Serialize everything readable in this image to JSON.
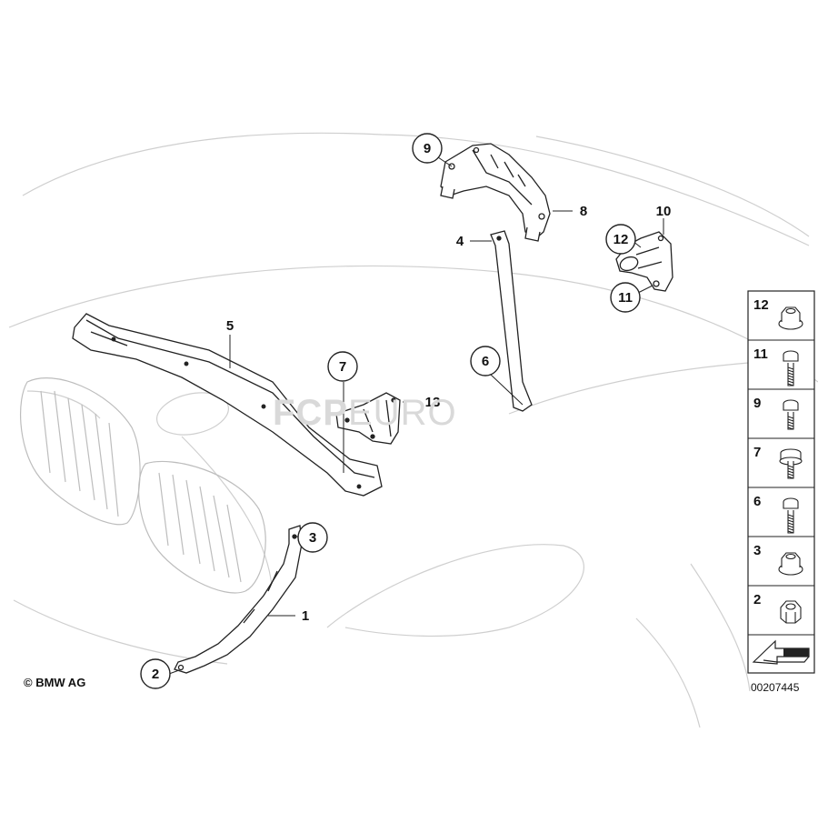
{
  "diagram": {
    "copyright": "© BMW AG",
    "doc_number": "00207445",
    "watermark": {
      "brand": "FCP",
      "suffix": "EURO"
    },
    "callouts": [
      {
        "id": "c9",
        "label": "9",
        "circled": true
      },
      {
        "id": "c8",
        "label": "8",
        "circled": false
      },
      {
        "id": "c4",
        "label": "4",
        "circled": false
      },
      {
        "id": "c10",
        "label": "10",
        "circled": false
      },
      {
        "id": "c12",
        "label": "12",
        "circled": true
      },
      {
        "id": "c11",
        "label": "11",
        "circled": true
      },
      {
        "id": "c5",
        "label": "5",
        "circled": false
      },
      {
        "id": "c7",
        "label": "7",
        "circled": true
      },
      {
        "id": "c13",
        "label": "13",
        "circled": false
      },
      {
        "id": "c6",
        "label": "6",
        "circled": true
      },
      {
        "id": "c3",
        "label": "3",
        "circled": true
      },
      {
        "id": "c1",
        "label": "1",
        "circled": false
      },
      {
        "id": "c2",
        "label": "2",
        "circled": true
      }
    ],
    "legend": [
      {
        "label": "12",
        "part": "flange-nut"
      },
      {
        "label": "11",
        "part": "hex-bolt-long"
      },
      {
        "label": "9",
        "part": "hex-bolt"
      },
      {
        "label": "7",
        "part": "hex-bolt-washer"
      },
      {
        "label": "6",
        "part": "hex-bolt-thin"
      },
      {
        "label": "3",
        "part": "hex-nut-washer"
      },
      {
        "label": "2",
        "part": "hex-nut"
      }
    ]
  }
}
